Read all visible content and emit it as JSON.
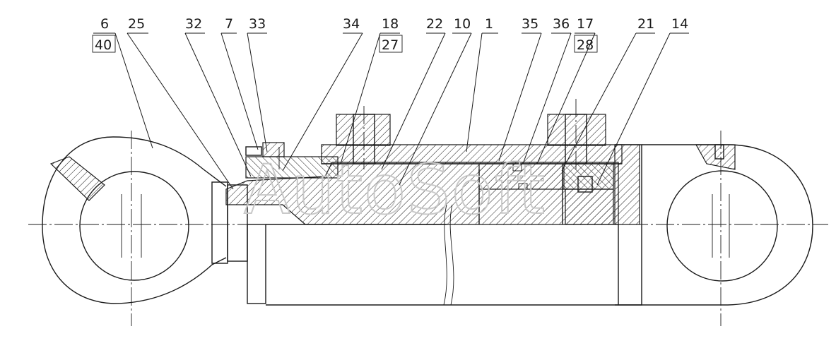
{
  "watermark": "AutoSoft",
  "callouts": [
    {
      "id": "c-6",
      "text": "6"
    },
    {
      "id": "c-40",
      "text": "40",
      "boxed": true
    },
    {
      "id": "c-25",
      "text": "25"
    },
    {
      "id": "c-32",
      "text": "32"
    },
    {
      "id": "c-7",
      "text": "7"
    },
    {
      "id": "c-33",
      "text": "33"
    },
    {
      "id": "c-34",
      "text": "34"
    },
    {
      "id": "c-18",
      "text": "18"
    },
    {
      "id": "c-27",
      "text": "27",
      "boxed": true
    },
    {
      "id": "c-22",
      "text": "22"
    },
    {
      "id": "c-10",
      "text": "10"
    },
    {
      "id": "c-1",
      "text": "1"
    },
    {
      "id": "c-35",
      "text": "35"
    },
    {
      "id": "c-36",
      "text": "36"
    },
    {
      "id": "c-17",
      "text": "17"
    },
    {
      "id": "c-28",
      "text": "28",
      "boxed": true
    },
    {
      "id": "c-21",
      "text": "21"
    },
    {
      "id": "c-14",
      "text": "14"
    }
  ]
}
